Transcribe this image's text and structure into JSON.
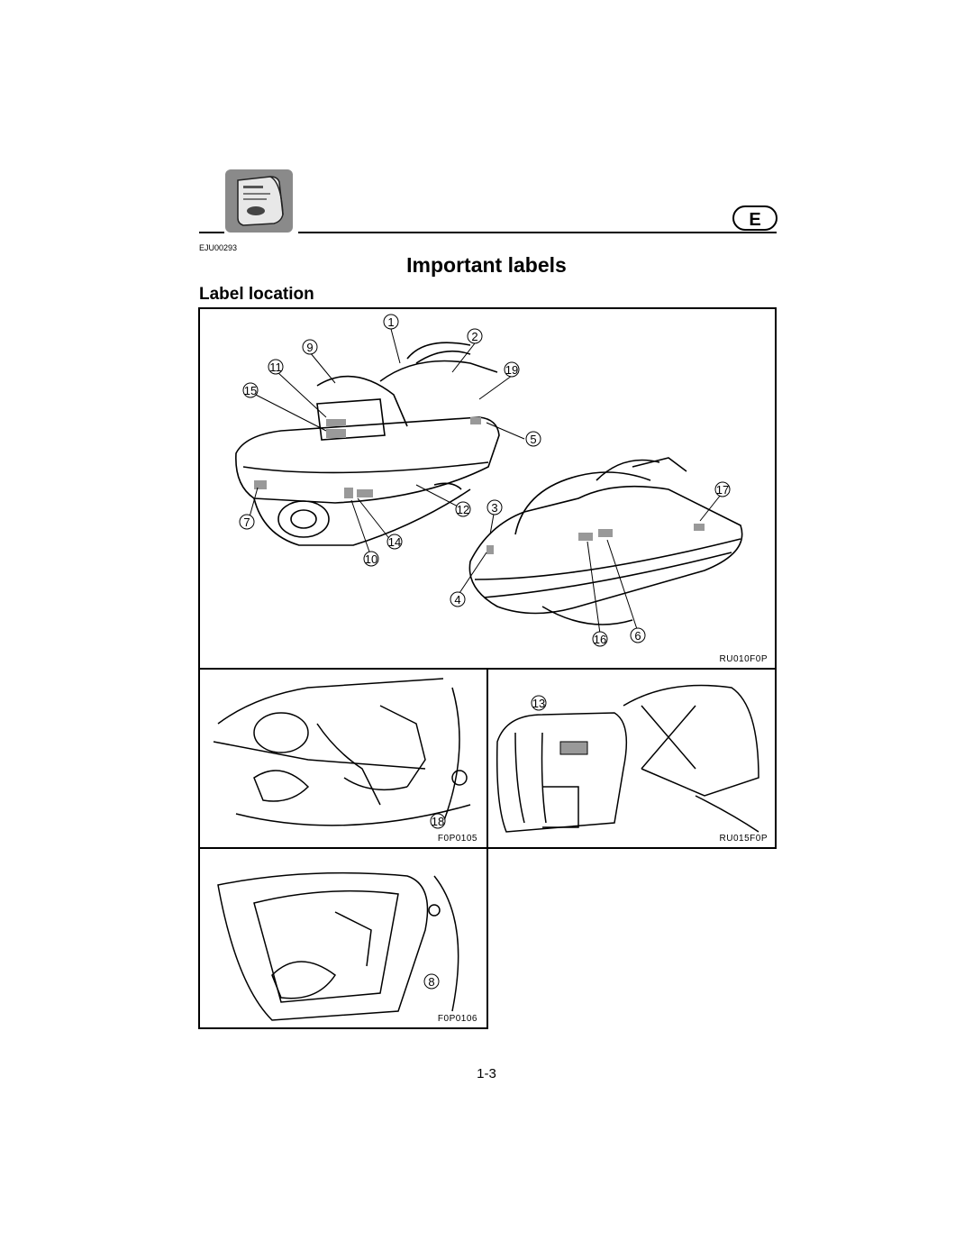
{
  "header": {
    "icon": "manual-book-icon",
    "language_badge": "E",
    "section_code": "EJU00293"
  },
  "title": "Important labels",
  "subtitle": "Label location",
  "figures": {
    "main": {
      "code": "RU010F0P",
      "callouts": [
        "1",
        "2",
        "3",
        "4",
        "5",
        "6",
        "7",
        "9",
        "10",
        "11",
        "12",
        "14",
        "15",
        "16",
        "17",
        "19"
      ]
    },
    "engine": {
      "code": "F0P0105",
      "callouts": [
        "18"
      ]
    },
    "storage": {
      "code": "RU015F0P",
      "callouts": [
        "13"
      ]
    },
    "seat": {
      "code": "F0P0106",
      "callouts": [
        "8"
      ]
    }
  },
  "page_number": "1-3"
}
